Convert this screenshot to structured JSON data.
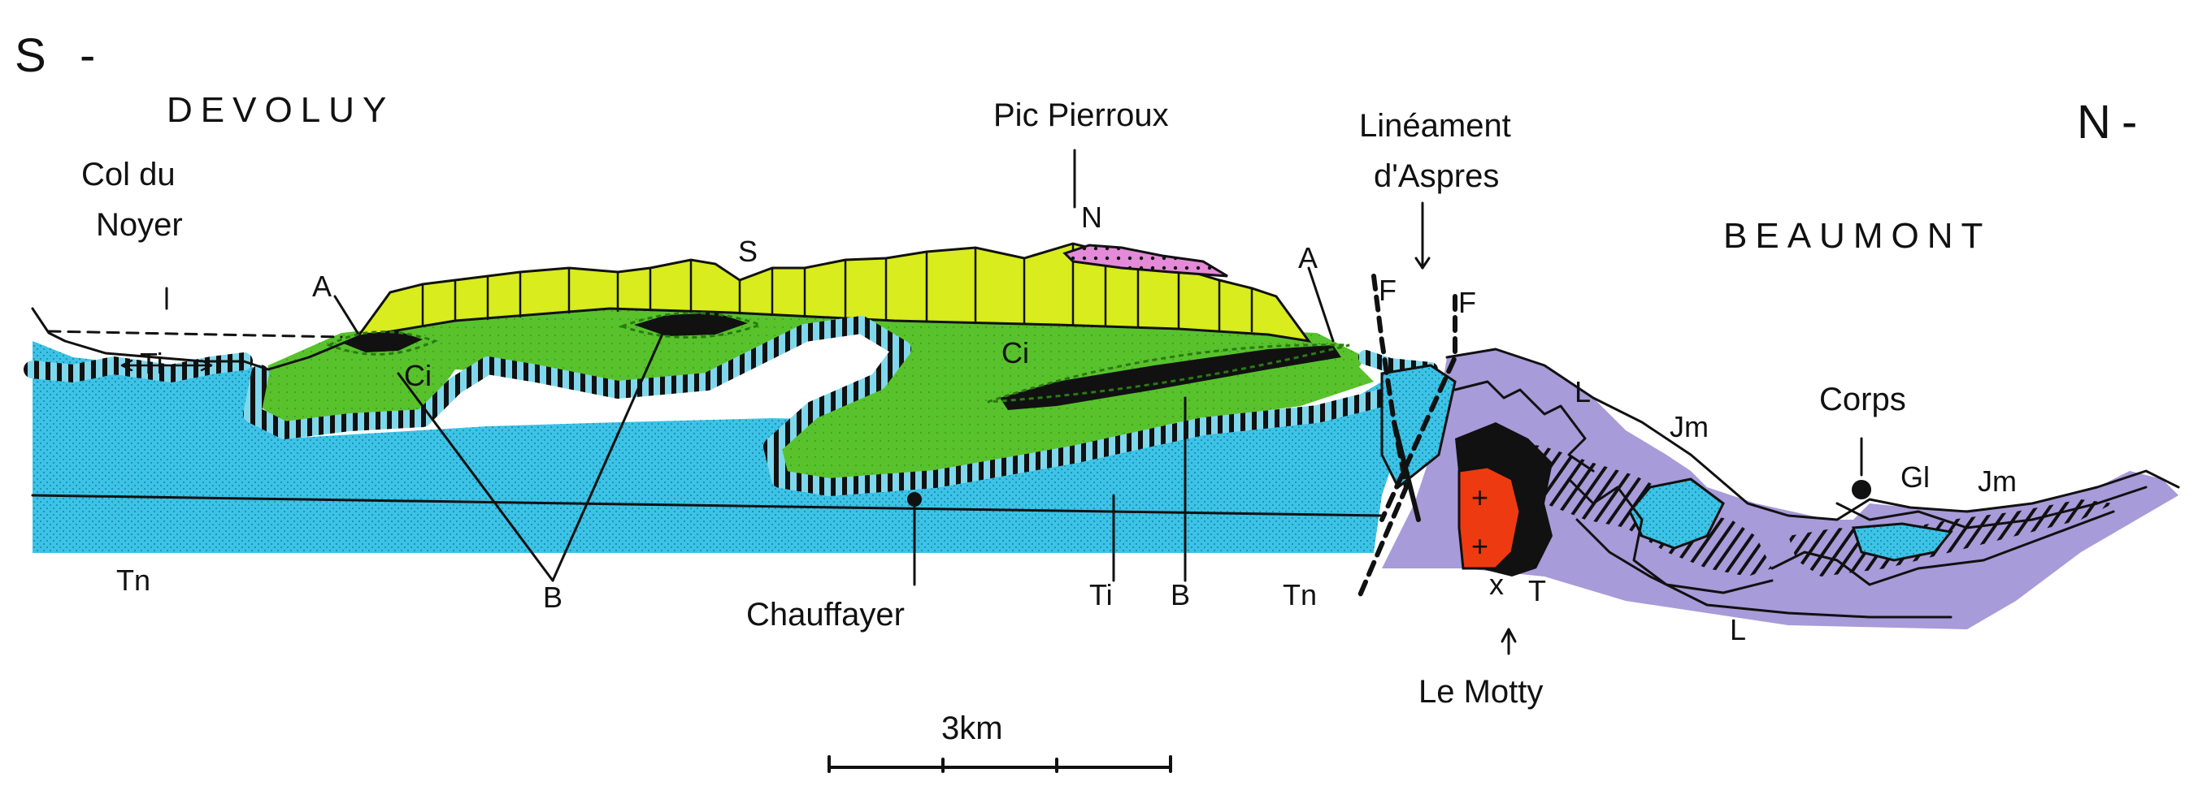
{
  "orientation": {
    "south": "S",
    "north": "N",
    "tick": "-"
  },
  "regions": {
    "devoluy": "DEVOLUY",
    "beaumont": "BEAUMONT"
  },
  "places": {
    "col_du_noyer_line1": "Col du",
    "col_du_noyer_line2": "Noyer",
    "pic_pierroux": "Pic  Pierroux",
    "lineament_line1": "Linéament",
    "lineament_line2": "d'Aspres",
    "corps": "Corps",
    "chauffayer": "Chauffayer",
    "le_motty": "Le Motty"
  },
  "unit_labels": {
    "Tn": "Tn",
    "Ti": "Ti",
    "Ci": "Ci",
    "A": "A",
    "B": "B",
    "S": "S",
    "N": "N",
    "F": "F",
    "L": "L",
    "Jm": "Jm",
    "Gl": "Gl",
    "T": "T",
    "x": "x",
    "plus": "+"
  },
  "scale_bar": {
    "label": "3km"
  },
  "colors": {
    "tn_blue": "#3cc3e6",
    "green": "#58c22c",
    "yellow": "#d8ec1e",
    "purple": "#a79bd9",
    "pink": "#e48ad8",
    "red": "#ee3a10",
    "black": "#111111",
    "stripe_blue": "#7fd7ec"
  }
}
